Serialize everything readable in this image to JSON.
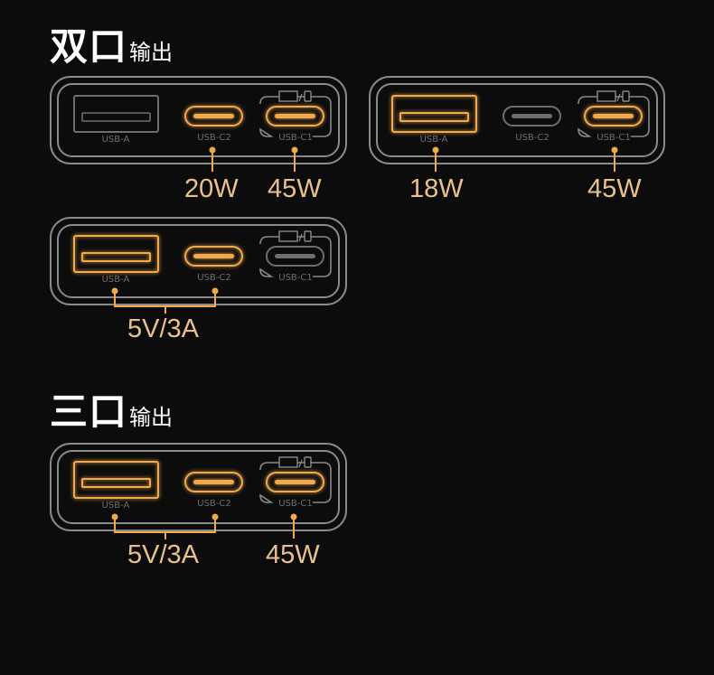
{
  "sections": {
    "dual": {
      "title_big": "双口",
      "title_small": "输出"
    },
    "triple": {
      "title_big": "三口",
      "title_small": "输出"
    }
  },
  "ports": {
    "usb_a": "USB-A",
    "usb_c2": "USB-C2",
    "usb_c1": "USB-C1"
  },
  "outputs": {
    "combo1_c2": "20W",
    "combo1_c1": "45W",
    "combo2_a": "18W",
    "combo2_c1": "45W",
    "combo3_shared": "5V/3A",
    "combo4_shared": "5V/3A",
    "combo4_c1": "45W"
  },
  "colors": {
    "active": "#f2a94c",
    "inactive": "#6e6e6e",
    "outline": "#8a8a8a",
    "output_text": "#e9c18c"
  }
}
